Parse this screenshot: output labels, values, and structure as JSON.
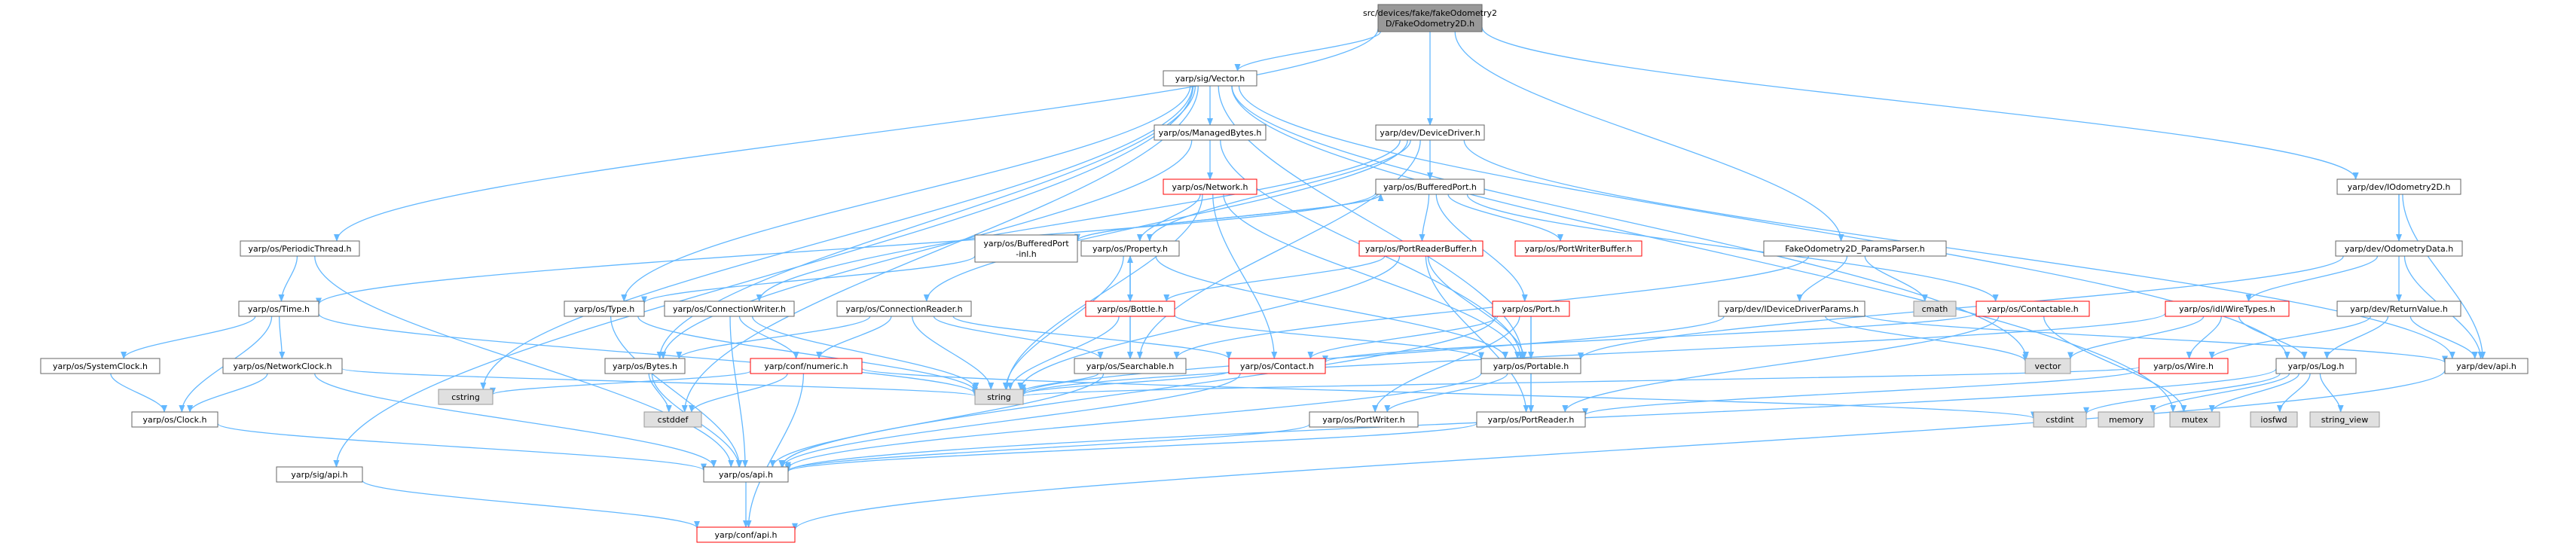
{
  "colors": {
    "edge": "#63B8FF",
    "normal_border": "#666666",
    "normal_fill": "#FFFFFF",
    "red_border": "#FF0000",
    "system_fill": "#E0E0E0",
    "system_border": "#999999",
    "root_fill": "#999999",
    "root_border": "#666666",
    "text": "#000000"
  },
  "nodes": [
    {
      "id": "root",
      "kind": "root",
      "lines": [
        "src/devices/fake/fakeOdometry2",
        "D/FakeOdometry2D.h"
      ]
    },
    {
      "id": "vector",
      "kind": "normal",
      "lines": [
        "yarp/sig/Vector.h"
      ]
    },
    {
      "id": "managedbytes",
      "kind": "normal",
      "lines": [
        "yarp/os/ManagedBytes.h"
      ]
    },
    {
      "id": "devicedriver",
      "kind": "normal",
      "lines": [
        "yarp/dev/DeviceDriver.h"
      ]
    },
    {
      "id": "network",
      "kind": "red",
      "lines": [
        "yarp/os/Network.h"
      ]
    },
    {
      "id": "bufferedport",
      "kind": "normal",
      "lines": [
        "yarp/os/BufferedPort.h"
      ]
    },
    {
      "id": "bufferedportinl",
      "kind": "normal",
      "lines": [
        "yarp/os/BufferedPort",
        "-inl.h"
      ]
    },
    {
      "id": "property",
      "kind": "normal",
      "lines": [
        "yarp/os/Property.h"
      ]
    },
    {
      "id": "portreaderbuffer",
      "kind": "red",
      "lines": [
        "yarp/os/PortReaderBuffer.h"
      ]
    },
    {
      "id": "portwriterbuffer",
      "kind": "red",
      "lines": [
        "yarp/os/PortWriterBuffer.h"
      ]
    },
    {
      "id": "periodicthread",
      "kind": "normal",
      "lines": [
        "yarp/os/PeriodicThread.h"
      ]
    },
    {
      "id": "time",
      "kind": "normal",
      "lines": [
        "yarp/os/Time.h"
      ]
    },
    {
      "id": "systemclock",
      "kind": "normal",
      "lines": [
        "yarp/os/SystemClock.h"
      ]
    },
    {
      "id": "networkclock",
      "kind": "normal",
      "lines": [
        "yarp/os/NetworkClock.h"
      ]
    },
    {
      "id": "clock",
      "kind": "normal",
      "lines": [
        "yarp/os/Clock.h"
      ]
    },
    {
      "id": "type",
      "kind": "normal",
      "lines": [
        "yarp/os/Type.h"
      ]
    },
    {
      "id": "connectionwriter",
      "kind": "normal",
      "lines": [
        "yarp/os/ConnectionWriter.h"
      ]
    },
    {
      "id": "connectionreader",
      "kind": "normal",
      "lines": [
        "yarp/os/ConnectionReader.h"
      ]
    },
    {
      "id": "bytes",
      "kind": "normal",
      "lines": [
        "yarp/os/Bytes.h"
      ]
    },
    {
      "id": "numeric",
      "kind": "red",
      "lines": [
        "yarp/conf/numeric.h"
      ]
    },
    {
      "id": "bottle",
      "kind": "red",
      "lines": [
        "yarp/os/Bottle.h"
      ]
    },
    {
      "id": "searchable",
      "kind": "normal",
      "lines": [
        "yarp/os/Searchable.h"
      ]
    },
    {
      "id": "contact",
      "kind": "red",
      "lines": [
        "yarp/os/Contact.h"
      ]
    },
    {
      "id": "port",
      "kind": "red",
      "lines": [
        "yarp/os/Port.h"
      ]
    },
    {
      "id": "portable",
      "kind": "normal",
      "lines": [
        "yarp/os/Portable.h"
      ]
    },
    {
      "id": "portwriter",
      "kind": "normal",
      "lines": [
        "yarp/os/PortWriter.h"
      ]
    },
    {
      "id": "portreader",
      "kind": "normal",
      "lines": [
        "yarp/os/PortReader.h"
      ]
    },
    {
      "id": "paramsparser",
      "kind": "normal",
      "lines": [
        "FakeOdometry2D_ParamsParser.h"
      ]
    },
    {
      "id": "cmath",
      "kind": "system",
      "lines": [
        "cmath"
      ]
    },
    {
      "id": "idevicedriverparams",
      "kind": "normal",
      "lines": [
        "yarp/dev/IDeviceDriverParams.h"
      ]
    },
    {
      "id": "contactable",
      "kind": "red",
      "lines": [
        "yarp/os/Contactable.h"
      ]
    },
    {
      "id": "stdvector",
      "kind": "system",
      "lines": [
        "vector"
      ]
    },
    {
      "id": "iodometry2d",
      "kind": "normal",
      "lines": [
        "yarp/dev/IOdometry2D.h"
      ]
    },
    {
      "id": "odometrydata",
      "kind": "normal",
      "lines": [
        "yarp/dev/OdometryData.h"
      ]
    },
    {
      "id": "wiretypes",
      "kind": "red",
      "lines": [
        "yarp/os/idl/WireTypes.h"
      ]
    },
    {
      "id": "returnvalue",
      "kind": "normal",
      "lines": [
        "yarp/dev/ReturnValue.h"
      ]
    },
    {
      "id": "wire",
      "kind": "red",
      "lines": [
        "yarp/os/Wire.h"
      ]
    },
    {
      "id": "log",
      "kind": "normal",
      "lines": [
        "yarp/os/Log.h"
      ]
    },
    {
      "id": "devapi",
      "kind": "normal",
      "lines": [
        "yarp/dev/api.h"
      ]
    },
    {
      "id": "cstring",
      "kind": "system",
      "lines": [
        "cstring"
      ]
    },
    {
      "id": "cstddef",
      "kind": "system",
      "lines": [
        "cstddef"
      ]
    },
    {
      "id": "string",
      "kind": "system",
      "lines": [
        "string"
      ]
    },
    {
      "id": "cstdint",
      "kind": "system",
      "lines": [
        "cstdint"
      ]
    },
    {
      "id": "memory",
      "kind": "system",
      "lines": [
        "memory"
      ]
    },
    {
      "id": "mutex",
      "kind": "system",
      "lines": [
        "mutex"
      ]
    },
    {
      "id": "iosfwd",
      "kind": "system",
      "lines": [
        "iosfwd"
      ]
    },
    {
      "id": "string_view",
      "kind": "system",
      "lines": [
        "string_view"
      ]
    },
    {
      "id": "osapi",
      "kind": "normal",
      "lines": [
        "yarp/os/api.h"
      ]
    },
    {
      "id": "sigapi",
      "kind": "normal",
      "lines": [
        "yarp/sig/api.h"
      ]
    },
    {
      "id": "confapi",
      "kind": "red",
      "lines": [
        "yarp/conf/api.h"
      ]
    }
  ],
  "edges": [
    [
      "root",
      "vector"
    ],
    [
      "root",
      "devicedriver"
    ],
    [
      "root",
      "periodicthread"
    ],
    [
      "root",
      "paramsparser"
    ],
    [
      "root",
      "iodometry2d"
    ],
    [
      "vector",
      "managedbytes"
    ],
    [
      "vector",
      "type"
    ],
    [
      "vector",
      "bytes"
    ],
    [
      "vector",
      "cstring"
    ],
    [
      "vector",
      "cstddef"
    ],
    [
      "vector",
      "sigapi"
    ],
    [
      "vector",
      "portable"
    ],
    [
      "vector",
      "stdvector"
    ],
    [
      "vector",
      "mutex"
    ],
    [
      "vector",
      "log"
    ],
    [
      "managedbytes",
      "network"
    ],
    [
      "managedbytes",
      "bytes"
    ],
    [
      "managedbytes",
      "portable"
    ],
    [
      "devicedriver",
      "bufferedport"
    ],
    [
      "devicedriver",
      "property"
    ],
    [
      "devicedriver",
      "connectionwriter"
    ],
    [
      "devicedriver",
      "connectionreader"
    ],
    [
      "devicedriver",
      "devapi"
    ],
    [
      "devicedriver",
      "searchable"
    ],
    [
      "network",
      "property"
    ],
    [
      "network",
      "contact"
    ],
    [
      "network",
      "portable"
    ],
    [
      "network",
      "string"
    ],
    [
      "bufferedport",
      "bufferedportinl"
    ],
    [
      "bufferedport",
      "portreaderbuffer"
    ],
    [
      "bufferedport",
      "portwriterbuffer"
    ],
    [
      "bufferedport",
      "port"
    ],
    [
      "bufferedport",
      "contactable"
    ],
    [
      "bufferedport",
      "time"
    ],
    [
      "bufferedportinl",
      "bufferedport"
    ],
    [
      "bufferedportinl",
      "type"
    ],
    [
      "property",
      "bottle"
    ],
    [
      "property",
      "searchable"
    ],
    [
      "property",
      "portable"
    ],
    [
      "property",
      "string"
    ],
    [
      "portreaderbuffer",
      "bottle"
    ],
    [
      "portreaderbuffer",
      "portable"
    ],
    [
      "portreaderbuffer",
      "portreader"
    ],
    [
      "portreaderbuffer",
      "string"
    ],
    [
      "periodicthread",
      "time"
    ],
    [
      "periodicthread",
      "osapi"
    ],
    [
      "time",
      "systemclock"
    ],
    [
      "time",
      "networkclock"
    ],
    [
      "time",
      "clock"
    ],
    [
      "time",
      "string"
    ],
    [
      "systemclock",
      "clock"
    ],
    [
      "networkclock",
      "clock"
    ],
    [
      "networkclock",
      "string"
    ],
    [
      "networkclock",
      "osapi"
    ],
    [
      "clock",
      "osapi"
    ],
    [
      "type",
      "osapi"
    ],
    [
      "type",
      "string"
    ],
    [
      "connectionwriter",
      "numeric"
    ],
    [
      "connectionwriter",
      "osapi"
    ],
    [
      "connectionwriter",
      "string"
    ],
    [
      "connectionreader",
      "bytes"
    ],
    [
      "connectionreader",
      "numeric"
    ],
    [
      "connectionreader",
      "searchable"
    ],
    [
      "connectionreader",
      "contact"
    ],
    [
      "connectionreader",
      "string"
    ],
    [
      "bytes",
      "cstddef"
    ],
    [
      "bytes",
      "osapi"
    ],
    [
      "numeric",
      "cstddef"
    ],
    [
      "numeric",
      "cstring"
    ],
    [
      "numeric",
      "confapi"
    ],
    [
      "numeric",
      "cstdint"
    ],
    [
      "bottle",
      "property"
    ],
    [
      "bottle",
      "searchable"
    ],
    [
      "bottle",
      "portable"
    ],
    [
      "bottle",
      "string"
    ],
    [
      "searchable",
      "string"
    ],
    [
      "searchable",
      "osapi"
    ],
    [
      "contact",
      "string"
    ],
    [
      "contact",
      "osapi"
    ],
    [
      "port",
      "portable"
    ],
    [
      "port",
      "portwriter"
    ],
    [
      "port",
      "portreader"
    ],
    [
      "port",
      "osapi"
    ],
    [
      "port",
      "contact"
    ],
    [
      "portable",
      "portwriter"
    ],
    [
      "portable",
      "portreader"
    ],
    [
      "portable",
      "osapi"
    ],
    [
      "portwriter",
      "osapi"
    ],
    [
      "portreader",
      "osapi"
    ],
    [
      "paramsparser",
      "cmath"
    ],
    [
      "paramsparser",
      "idevicedriverparams"
    ],
    [
      "paramsparser",
      "searchable"
    ],
    [
      "idevicedriverparams",
      "stdvector"
    ],
    [
      "idevicedriverparams",
      "string"
    ],
    [
      "idevicedriverparams",
      "devapi"
    ],
    [
      "contactable",
      "contact"
    ],
    [
      "contactable",
      "portreader"
    ],
    [
      "contactable",
      "mutex"
    ],
    [
      "iodometry2d",
      "odometrydata"
    ],
    [
      "iodometry2d",
      "returnvalue"
    ],
    [
      "iodometry2d",
      "devapi"
    ],
    [
      "odometrydata",
      "wiretypes"
    ],
    [
      "odometrydata",
      "devapi"
    ],
    [
      "odometrydata",
      "portable"
    ],
    [
      "wiretypes",
      "wire"
    ],
    [
      "wiretypes",
      "log"
    ],
    [
      "wiretypes",
      "stdvector"
    ],
    [
      "wiretypes",
      "string"
    ],
    [
      "returnvalue",
      "log"
    ],
    [
      "returnvalue",
      "devapi"
    ],
    [
      "returnvalue",
      "wire"
    ],
    [
      "wire",
      "string"
    ],
    [
      "wire",
      "portreader"
    ],
    [
      "log",
      "cstdint"
    ],
    [
      "log",
      "memory"
    ],
    [
      "log",
      "mutex"
    ],
    [
      "log",
      "iosfwd"
    ],
    [
      "log",
      "string_view"
    ],
    [
      "log",
      "osapi"
    ],
    [
      "devapi",
      "confapi"
    ],
    [
      "osapi",
      "confapi"
    ],
    [
      "sigapi",
      "confapi"
    ]
  ]
}
